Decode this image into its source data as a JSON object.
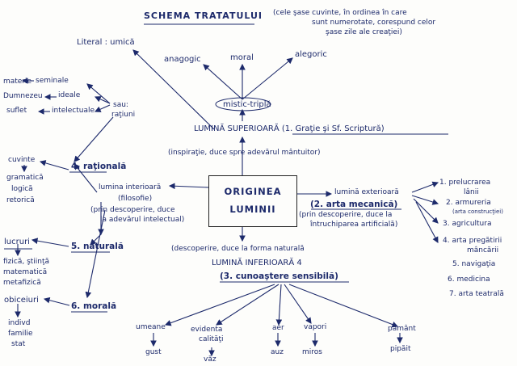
{
  "title": "SCHEMA TRATATULUI",
  "title_note": [
    "(cele şase cuvinte, în ordinea în care",
    "sunt numerotate, corespund celor",
    "şase zile ale creaţiei)"
  ],
  "center": {
    "line1": "ORIGINEA",
    "line2": "LUMINII"
  },
  "top": {
    "literal": "Literal : umică",
    "anagogic": "anagogic",
    "moral": "moral",
    "alegoric": "alegoric",
    "mistic": "mistic-triplă",
    "lumina_superioara": "LUMINĂ SUPERIOARĂ (1. Graţie şi Sf. Scriptură)",
    "insp": "(inspiraţie, duce spre adevărul mântuitor)"
  },
  "left": {
    "materie": "materie",
    "seminale": "seminale",
    "dumnezeu": "Dumnezeu",
    "ideale": "ideale",
    "suflet": "suflet",
    "intelectuale": "intelectuale",
    "sau": "sau:",
    "ratiuni": "raţiuni",
    "cuvinte": "cuvinte",
    "gramatica": "gramatică",
    "logica": "logică",
    "retorica": "retorică",
    "rationala": "4. raţională",
    "lumina_interioara": "lumina interioară",
    "filosofie": "(filosofie)",
    "interior_desc1": "(prin descoperire, duce",
    "interior_desc2": "la adevărul intelectual)",
    "lucruri": "lucruri",
    "naturala": "5. naturală",
    "fizica": "fizică, ştiinţă",
    "matematica": "matematică",
    "metafizica": "metafizică",
    "obiceiuri": "obiceiuri",
    "morala": "6. morală",
    "indivd": "indivd",
    "familie": "familie",
    "stat": "stat"
  },
  "right": {
    "lumina_exterioara": "lumină exterioară",
    "arta": "(2. arta mecanică)",
    "ext_desc1": "(prin descoperire, duce la",
    "ext_desc2": "întruchiparea artificială)",
    "prelucrarea": "1. prelucrarea",
    "lanii": "lânii",
    "armureria": "2. armureria",
    "armureria_note": "(arta construcţiei)",
    "agricultura": "3. agricultura",
    "arta_pregatirii": "4. arta pregătirii",
    "mancarii": "mâncării",
    "navigatia": "5. navigaţia",
    "medicina": "6. medicina",
    "arta_teatrala": "7. arta teatrală"
  },
  "bottom": {
    "infer_desc": "(descoperire, duce la forma naturală",
    "lumina_inferioara": "LUMINĂ INFERIOARĂ 4",
    "cunoastere": "(3. cunoaştere sensibilă)",
    "umeane": "umeane",
    "evidenta": "evidenta",
    "calitati": "calităţi",
    "aer": "aer",
    "vapori": "vapori",
    "pamant": "pământ",
    "gust": "gust",
    "vaz": "văz",
    "auz": "auz",
    "miros": "miros",
    "pipait": "pipăit"
  }
}
